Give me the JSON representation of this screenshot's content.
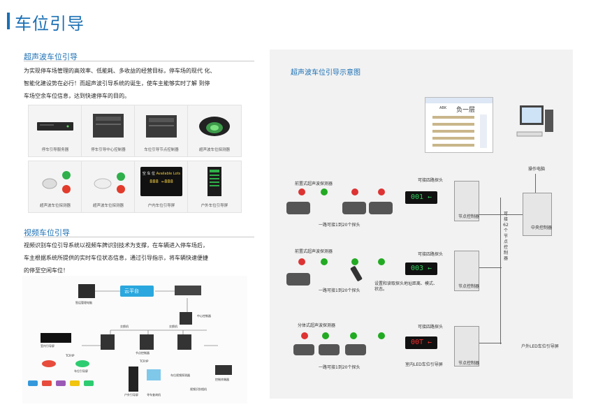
{
  "page": {
    "title": "车位引导"
  },
  "ultrasonic": {
    "heading": "超声波车位引导",
    "para": [
      "为实现停车场管理的高效率、低能耗、多收益的经营目标，停车场的现代 化、",
      "智能化建设势在必行！而超声波引导系统的诞生，使车主能够实时了解 到停",
      "车场空余车位信息，达到快速停车的目的。"
    ],
    "products": [
      {
        "label": "停车引导服务器",
        "icon": "server-icon"
      },
      {
        "label": "停车引导中心控制器",
        "icon": "central-controller-icon"
      },
      {
        "label": "车位引导节点控制器",
        "icon": "node-controller-icon"
      },
      {
        "label": "超声波车位探测器",
        "icon": "detector-icon"
      },
      {
        "label": "超声波车位探测器",
        "icon": "detector-indicator-icon"
      },
      {
        "label": "超声波车位探测器",
        "icon": "detector-indicator-icon"
      },
      {
        "label": "户内车位引导屏",
        "icon": "indoor-screen-icon"
      },
      {
        "label": "户外车位引导屏",
        "icon": "outdoor-screen-icon"
      }
    ],
    "indoor_screen": {
      "line1": "空 车 位",
      "line2": "Available Lots",
      "digits": "888 ←888"
    }
  },
  "video": {
    "heading": "视频车位引导",
    "para": [
      "视频识别车位引导系统以视频车牌识别技术为支撑，在车辆进入停车场后，",
      "车主根据系统所提供的实时车位状态信息，通过引导指示，将车辆快速便捷",
      "的停至空闲车位！"
    ],
    "diagram": {
      "cloud": "云平台",
      "labels": [
        "智运管理电脑",
        "中心控制器",
        "交换机",
        "交换机",
        "节点控制器",
        "TCP/IP",
        "TCP/IP",
        "室内引导屏",
        "车位引导屏",
        "户外引导屏",
        "寻车查询机",
        "车位视频探测器",
        "视频识别相机",
        "控制终端器"
      ]
    }
  },
  "schematic": {
    "title": "超声波车位引导示意图",
    "monitor": {
      "header": "ABK",
      "floor": "负一层"
    },
    "pc_label": "操作电脑",
    "central_label": "中央控制器",
    "side_vertical": "可接62个节点控制器",
    "rows": [
      {
        "detector_label": "前置式超声波探测器",
        "probe_label": "可接四路探头",
        "led": "001",
        "led_color": "#2dd35a",
        "node_label": "节点控制器",
        "line_label": "一路可接1到20个探头"
      },
      {
        "detector_label": "前置式超声波探测器",
        "probe_label": "可接四路探头",
        "led": "003",
        "led_color": "#2dd35a",
        "node_label": "节点控制器",
        "line_label": "一路可接1到20个探头",
        "remote_note": "设置和读取探头地址距离、模式、状态。"
      },
      {
        "detector_label": "分体式超声波探测器",
        "probe_label": "可接四路探头",
        "led": "00T",
        "led_color": "#ff2a2a",
        "node_label": "节点控制器",
        "line_label": "一路可接1到20个探头",
        "indoor_screen_label": "室内LED车位引导屏",
        "outdoor_screen_label": "户外LED车位引导屏"
      }
    ]
  }
}
